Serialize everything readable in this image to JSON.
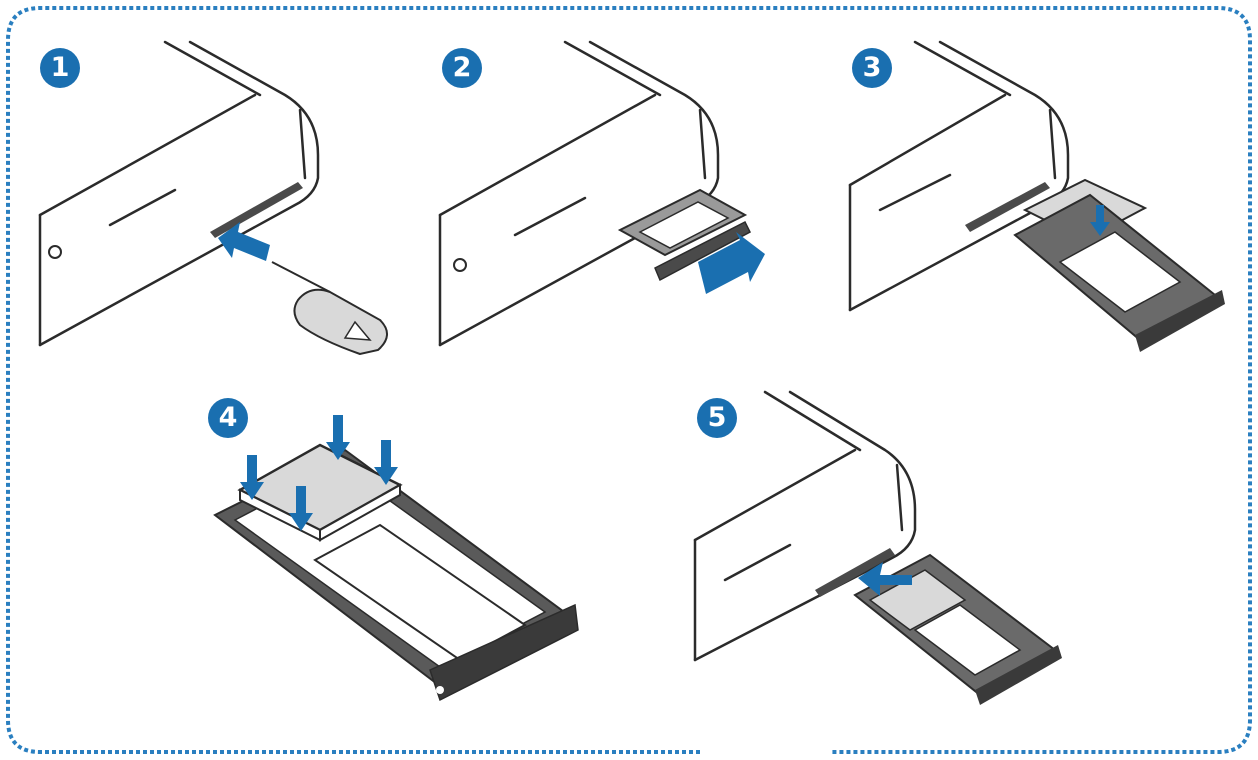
{
  "colors": {
    "accent_blue": "#1a6fb0",
    "border_blue": "#2a7fc0",
    "line_dark": "#2b2b2b",
    "tray_dark": "#4a4a4a",
    "phone_fill": "#ffffff",
    "shade": "#d9d9d9"
  },
  "steps": [
    {
      "number": "1",
      "illustration": "pin-insertion"
    },
    {
      "number": "2",
      "illustration": "tray-pull-out"
    },
    {
      "number": "3",
      "illustration": "card-placement"
    },
    {
      "number": "4",
      "illustration": "card-press-into-tray"
    },
    {
      "number": "5",
      "illustration": "tray-insertion"
    }
  ]
}
